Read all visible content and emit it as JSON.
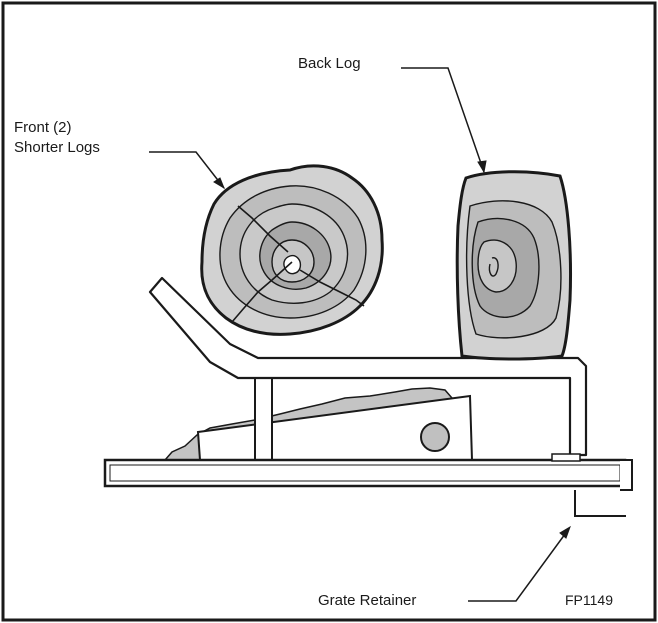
{
  "labels": {
    "front_logs_line1": "Front (2)",
    "front_logs_line2": "Shorter Logs",
    "back_log": "Back Log",
    "grate_retainer": "Grate Retainer",
    "figure_code": "FP1149"
  },
  "colors": {
    "stroke": "#1a1a1a",
    "log_light": "#dcdcdc",
    "log_mid": "#b9b9b9",
    "log_dark": "#9a9a9a",
    "background": "#ffffff"
  }
}
